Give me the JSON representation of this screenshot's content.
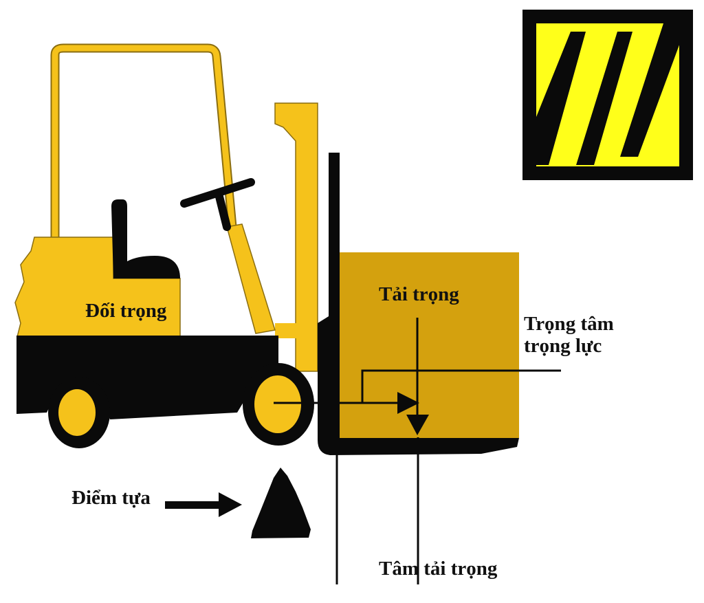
{
  "diagram": {
    "type": "forklift-stability-diagram",
    "language": "vi",
    "labels": {
      "counterweight": "Đối trọng",
      "load": "Tải trọng",
      "center_of_gravity_line1": "Trọng tâm",
      "center_of_gravity_line2": "trọng lực",
      "fulcrum": "Điểm tựa",
      "load_center": "Tâm tải trọng"
    },
    "icons": {
      "forklift": "forklift-side-view",
      "warning_sign": "hazard-stripes-icon",
      "fulcrum": "triangle-fulcrum-icon",
      "fulcrum_pointer": "arrow-right-icon",
      "force_right": "arrow-right-icon",
      "force_down": "arrow-down-icon"
    },
    "colors": {
      "forklift_yellow": "#F5C21B",
      "load_gold": "#D4A10E",
      "sign_yellow": "#FFFF1A",
      "black": "#0A0A0A",
      "background": "#FFFFFF"
    }
  }
}
